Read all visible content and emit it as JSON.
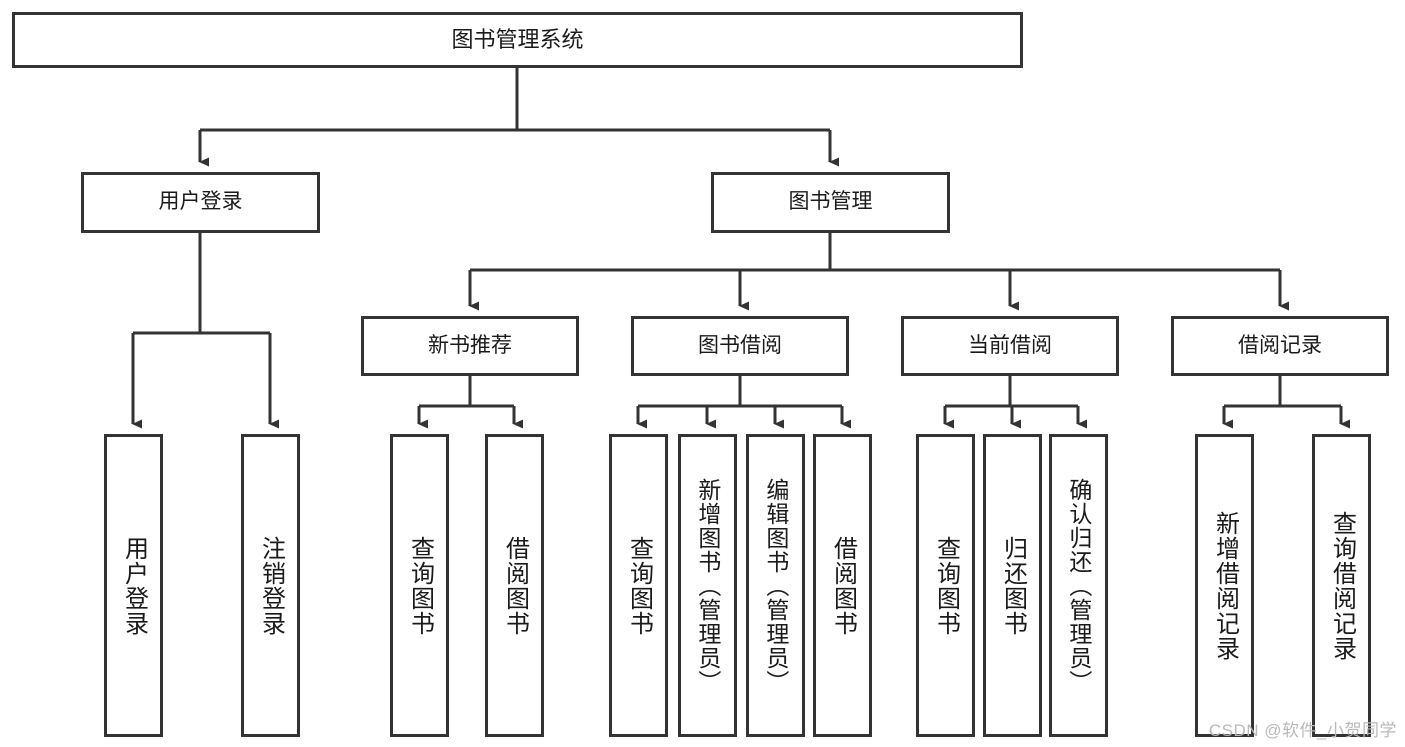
{
  "diagram": {
    "title": "图书管理系统",
    "watermark": "CSDN @软件_小贺同学",
    "type": "tree-hierarchy",
    "colors": {
      "stroke": "#333333",
      "fill": "#ffffff",
      "text": "#1a1a1a",
      "watermark": "#b9b9b9"
    },
    "nodes": {
      "root": {
        "label": "图书管理系统"
      },
      "level1": [
        {
          "label": "用户登录"
        },
        {
          "label": "图书管理"
        }
      ],
      "level2": [
        {
          "label": "新书推荐"
        },
        {
          "label": "图书借阅"
        },
        {
          "label": "当前借阅"
        },
        {
          "label": "借阅记录"
        }
      ],
      "leaves": {
        "user_login": [
          {
            "label": "用户登录"
          },
          {
            "label": "注销登录"
          }
        ],
        "new_book_recommend": [
          {
            "label": "查询图书"
          },
          {
            "label": "借阅图书"
          }
        ],
        "book_borrow": [
          {
            "label": "查询图书"
          },
          {
            "label": "新增图书（管理员）"
          },
          {
            "label": "编辑图书（管理员）"
          },
          {
            "label": "借阅图书"
          }
        ],
        "current_borrow": [
          {
            "label": "查询图书"
          },
          {
            "label": "归还图书"
          },
          {
            "label": "确认归还（管理员）"
          }
        ],
        "borrow_record": [
          {
            "label": "新增借阅记录"
          },
          {
            "label": "查询借阅记录"
          }
        ]
      }
    }
  }
}
